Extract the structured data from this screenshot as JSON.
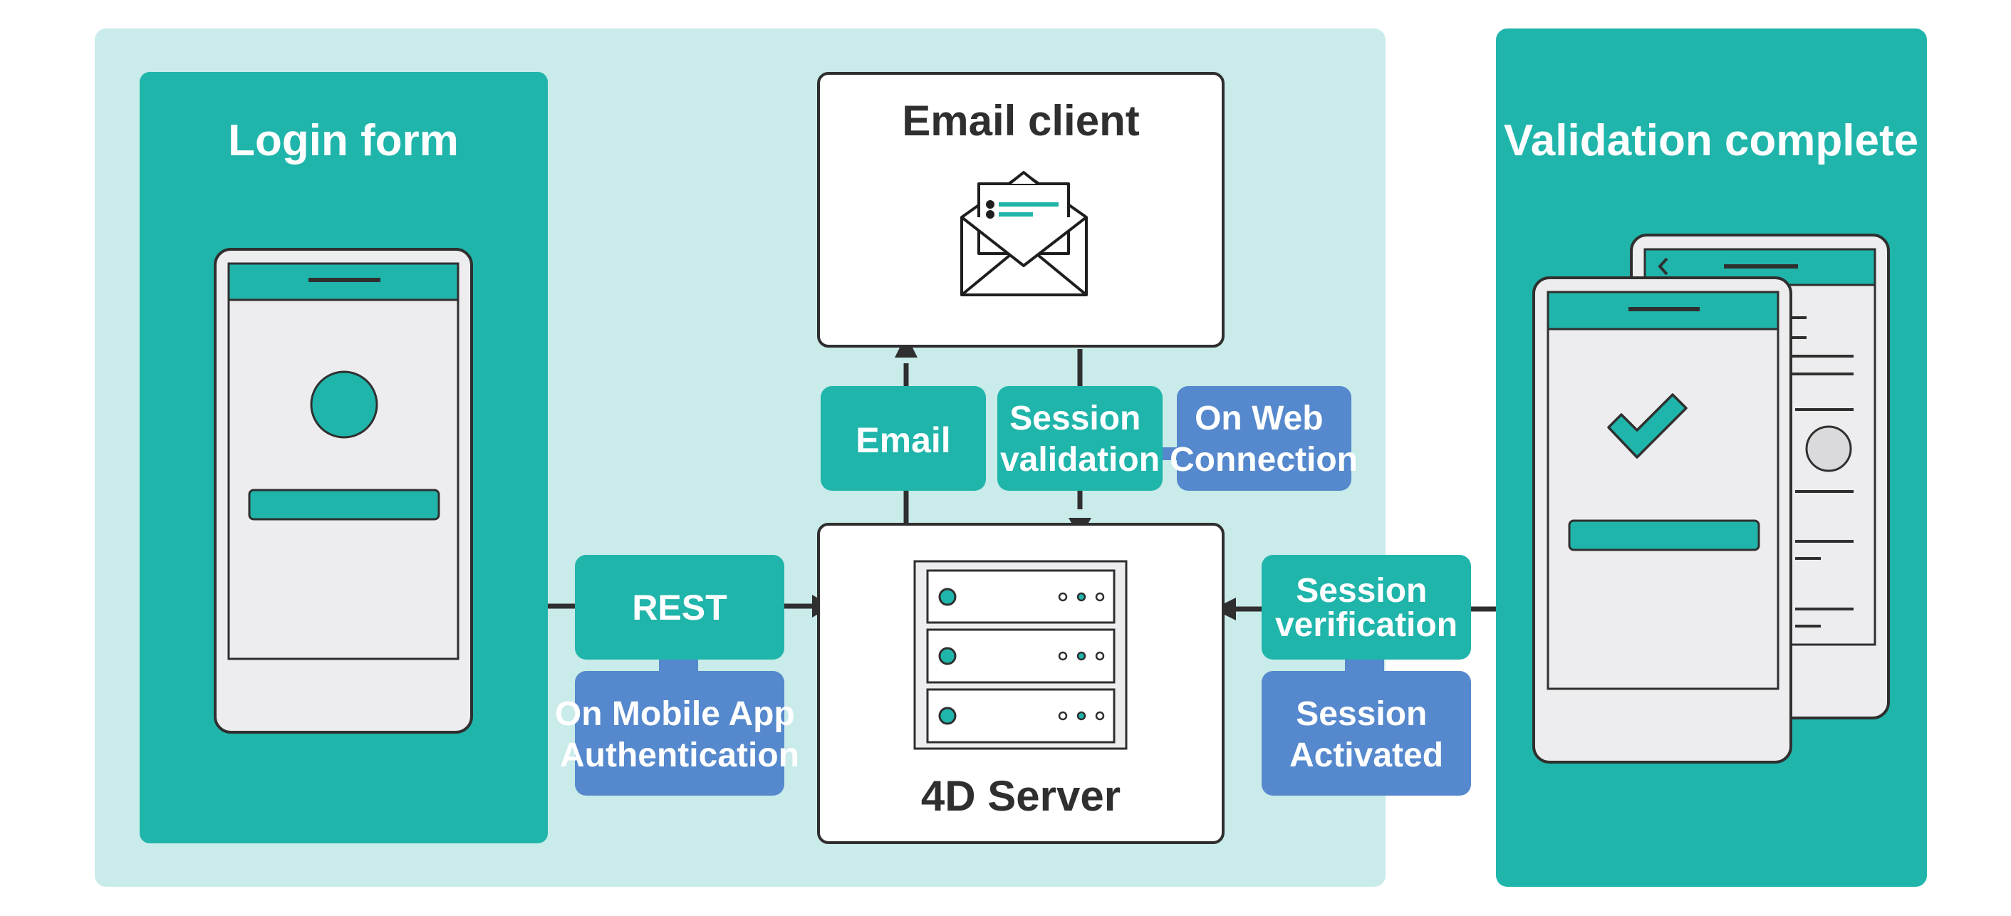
{
  "colors": {
    "teal": "#20B5AB",
    "light_teal": "#C9EBE9",
    "blue": "#5588CC",
    "dark": "#2F2F2F",
    "screen_gray": "#EDEDF0",
    "white": "#FFFFFF"
  },
  "panels": {
    "login": {
      "title": "Login form"
    },
    "validation": {
      "title": "Validation complete"
    }
  },
  "nodes": {
    "email_client": {
      "title": "Email client",
      "icon": "envelope-with-letter-icon"
    },
    "server": {
      "title": "4D Server",
      "icon": "server-rack-icon"
    }
  },
  "labels": {
    "email": "Email",
    "session_validation": [
      "Session",
      "validation"
    ],
    "on_web_connection": [
      "On Web",
      "Connection"
    ],
    "rest": "REST",
    "on_mobile_app_auth": [
      "On Mobile App",
      "Authentication"
    ],
    "session_verification": [
      "Session",
      "verification"
    ],
    "session_activated": [
      "Session",
      "Activated"
    ]
  }
}
